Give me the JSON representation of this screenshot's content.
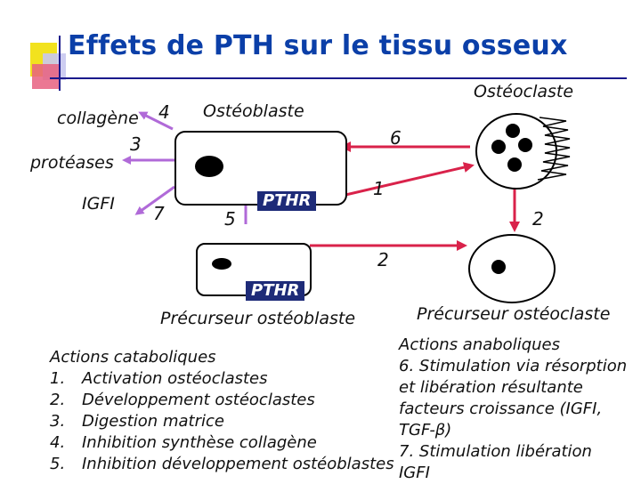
{
  "title": "Effets de PTH sur le tissu osseux",
  "labels": {
    "collagene": "collagène",
    "proteases": "protéases",
    "igf": "IGFI",
    "osteoblaste": "Ostéoblaste",
    "osteoclaste": "Ostéoclaste",
    "precursor_osteoblaste": "Précurseur ostéoblaste",
    "precursor_osteoclaste": "Précurseur ostéoclaste",
    "pthr_top": "PTHR",
    "pthr_bottom": "PTHR"
  },
  "numbers": {
    "n4": "4",
    "n3": "3",
    "n7": "7",
    "n5": "5",
    "n6": "6",
    "n1": "1",
    "n2_right": "2",
    "n2_center": "2"
  },
  "catabolic": {
    "heading": "Actions cataboliques",
    "items": [
      {
        "n": "1.",
        "text": "Activation ostéoclastes"
      },
      {
        "n": "2.",
        "text": "Développement ostéoclastes"
      },
      {
        "n": "3.",
        "text": "Digestion matrice"
      },
      {
        "n": "4.",
        "text": "Inhibition synthèse collagène"
      },
      {
        "n": "5.",
        "text": "Inhibition développement ostéoblastes"
      }
    ]
  },
  "anabolic": {
    "lines": [
      "Actions anaboliques",
      "6. Stimulation via résorption",
      "et libération résultante",
      "facteurs croissance (IGFI,",
      "TGF-β)",
      "7. Stimulation libération",
      "IGFI"
    ]
  },
  "colors": {
    "title": "#0b3fa8",
    "arrow_purple": "#b06ad8",
    "arrow_red": "#d9224a",
    "pthr_bg": "#1e2b78"
  }
}
